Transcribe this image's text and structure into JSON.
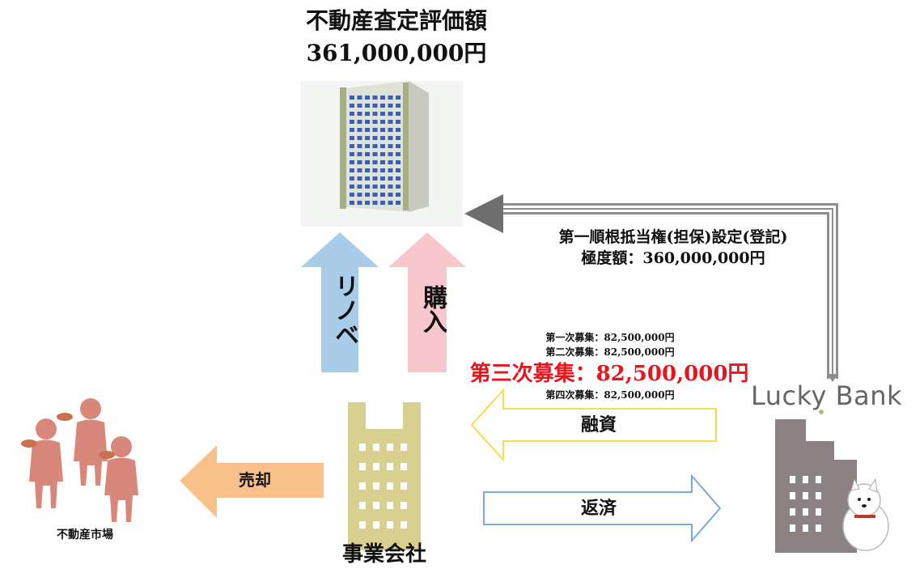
{
  "appraisal": {
    "label": "不動産査定評価額",
    "amount": "361,000,000円"
  },
  "renovation_label": "リノベ",
  "purchase_label": "購入",
  "mortgage": {
    "line1": "第一順根抵当権(担保)設定(登記)",
    "line2": "極度額：360,000,000円"
  },
  "rounds": [
    "第一次募集：82,500,000円",
    "第二次募集：82,500,000円",
    "第三次募集：82,500,000円",
    "第四次募集：82,500,000円"
  ],
  "financing_label": "融資",
  "repayment_label": "返済",
  "sale_label": "売却",
  "market_label": "不動産市場",
  "company_label": "事業会社",
  "bank_name": "Lucky Bank",
  "colors": {
    "highlight": "#e8141e",
    "renovation_arrow": "#a9cde9",
    "purchase_arrow": "#f8c7cc",
    "sale_arrow": "#f8c18c",
    "financing_arrow_border": "#f0e050",
    "repayment_arrow_border": "#7aa8d8",
    "company_building": "#d8d08f",
    "bank_building": "#8c8284",
    "people": "#d9877a"
  }
}
